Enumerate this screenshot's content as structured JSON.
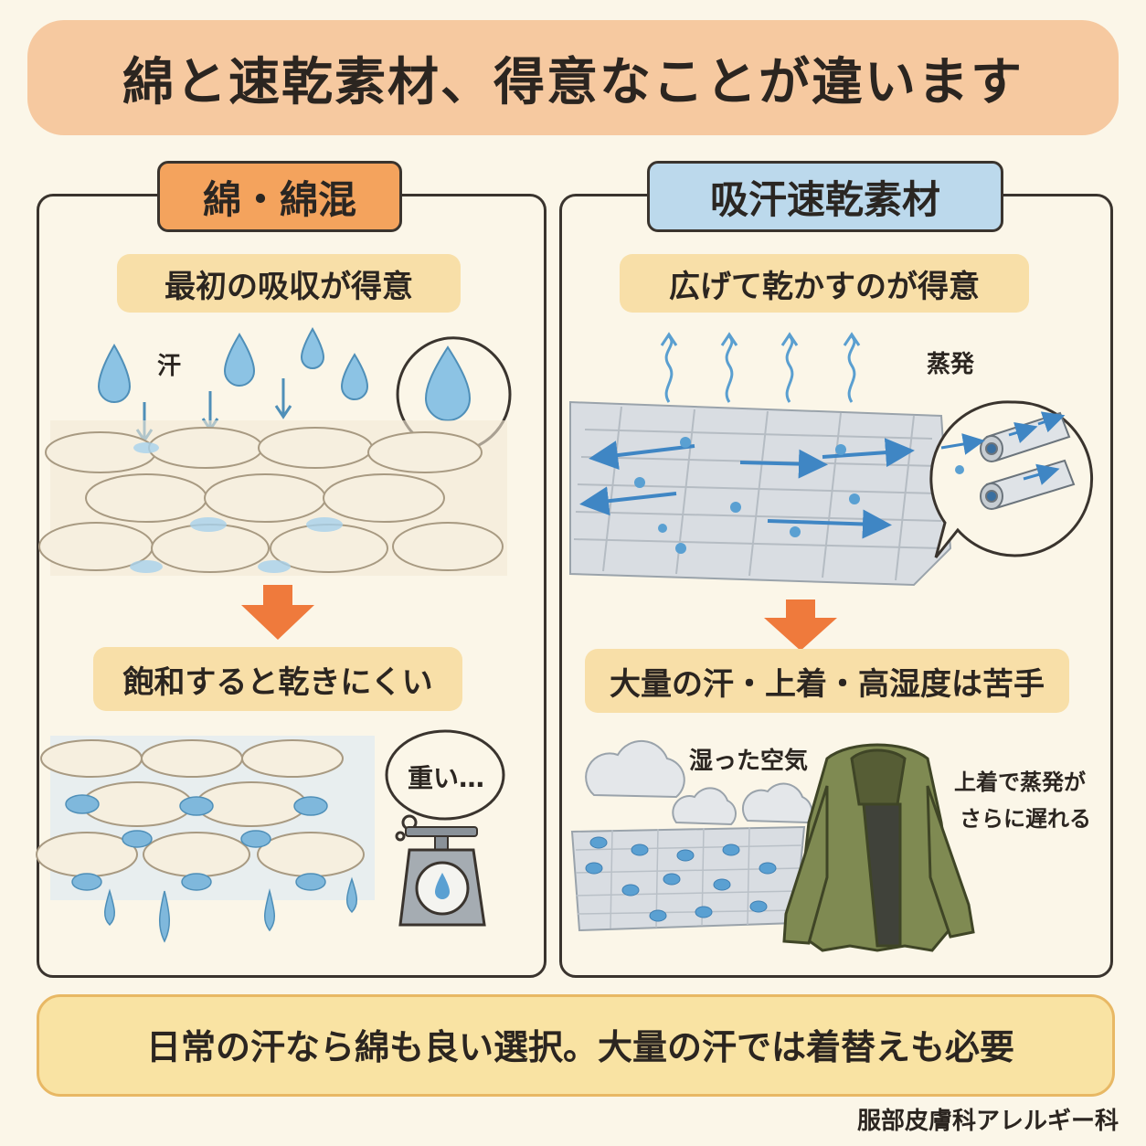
{
  "title": "綿と速乾素材、得意なことが違います",
  "left": {
    "tag": "綿・綿混",
    "pill_top": "最初の吸収が得意",
    "label_sweat": "汗",
    "pill_bottom": "飽和すると乾きにくい",
    "thought": "重い…"
  },
  "right": {
    "tag": "吸汗速乾素材",
    "pill_top": "広げて乾かすのが得意",
    "label_evap": "蒸発",
    "pill_bottom": "大量の汗・上着・高湿度は苦手",
    "label_humid": "湿った空気",
    "note_line1": "上着で蒸発が",
    "note_line2": "さらに遅れる"
  },
  "tip": "日常の汗なら綿も良い選択。大量の汗では着替えも必要",
  "footer": "服部皮膚科アレルギー科",
  "colors": {
    "banner": "#f6c9a0",
    "tag_left": "#f4a35d",
    "tag_right": "#bcd9ec",
    "pill": "#f8dfa8",
    "arrow": "#ef7a3c",
    "water": "#7fb8dc",
    "jacket": "#7f8a52"
  },
  "icons": [
    "droplet-icon",
    "down-arrow-icon",
    "scale-icon",
    "cloud-icon",
    "jacket-icon",
    "lightbulb-icon",
    "wavy-arrow-icon",
    "tube-icon"
  ]
}
